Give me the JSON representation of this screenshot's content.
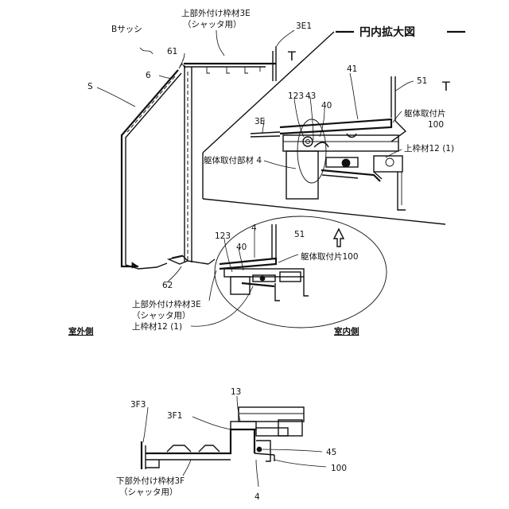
{
  "title": "円内拡大図",
  "labels": {
    "b_sash": "Bサッシ",
    "s": "S",
    "upper_frame_3e": "上部外付け枠材3E",
    "upper_frame_3e_sub": "（シャッタ用）",
    "n_3e1": "3E1",
    "t_top": "T",
    "t_enlarged": "T",
    "n_61": "61",
    "n_6": "6",
    "n_41": "41",
    "n_51_enlarged": "51",
    "n_123_enlarged": "123",
    "n_43": "43",
    "n_40_enlarged": "40",
    "n_3e": "3E",
    "body_piece_100": "躯体取付片",
    "body_piece_100_num": "100",
    "upper_frame_12_enlarged": "上枠材12 (1)",
    "body_member_4": "躯体取付部材 4",
    "n_123": "123",
    "n_4": "4",
    "n_51": "51",
    "n_40": "40",
    "body_piece_100b": "躯体取付片100",
    "n_62": "62",
    "upper_frame_3e_b": "上部外付け枠材3E",
    "upper_frame_3e_b_sub": "（シャッタ用）",
    "upper_frame_12": "上枠材12 (1)",
    "outdoor": "室外側",
    "indoor": "室内側",
    "n_13": "13",
    "n_3f3": "3F3",
    "n_3f1": "3F1",
    "n_45": "45",
    "n_100": "100",
    "lower_frame_3f": "下部外付け枠材3F",
    "lower_frame_3f_sub": "（シャッタ用）",
    "n_4_bottom": "4"
  }
}
